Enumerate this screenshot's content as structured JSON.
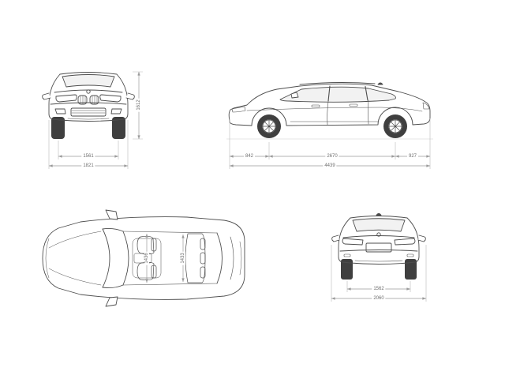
{
  "colors": {
    "car_line": "#4d4d4d",
    "dim_line": "#9a9a9a",
    "dim_text": "#6e6e6e",
    "background": "#ffffff"
  },
  "dimensions": {
    "front_view": {
      "height": "1612",
      "track": "1561",
      "width": "1821"
    },
    "side_view": {
      "front_overhang": "842",
      "wheelbase": "2670",
      "rear_overhang": "927",
      "length": "4439"
    },
    "top_view": {
      "front_interior_width": "1436",
      "rear_interior_width": "1433"
    },
    "rear_view": {
      "track": "1562",
      "width_incl_mirrors": "2060"
    }
  }
}
